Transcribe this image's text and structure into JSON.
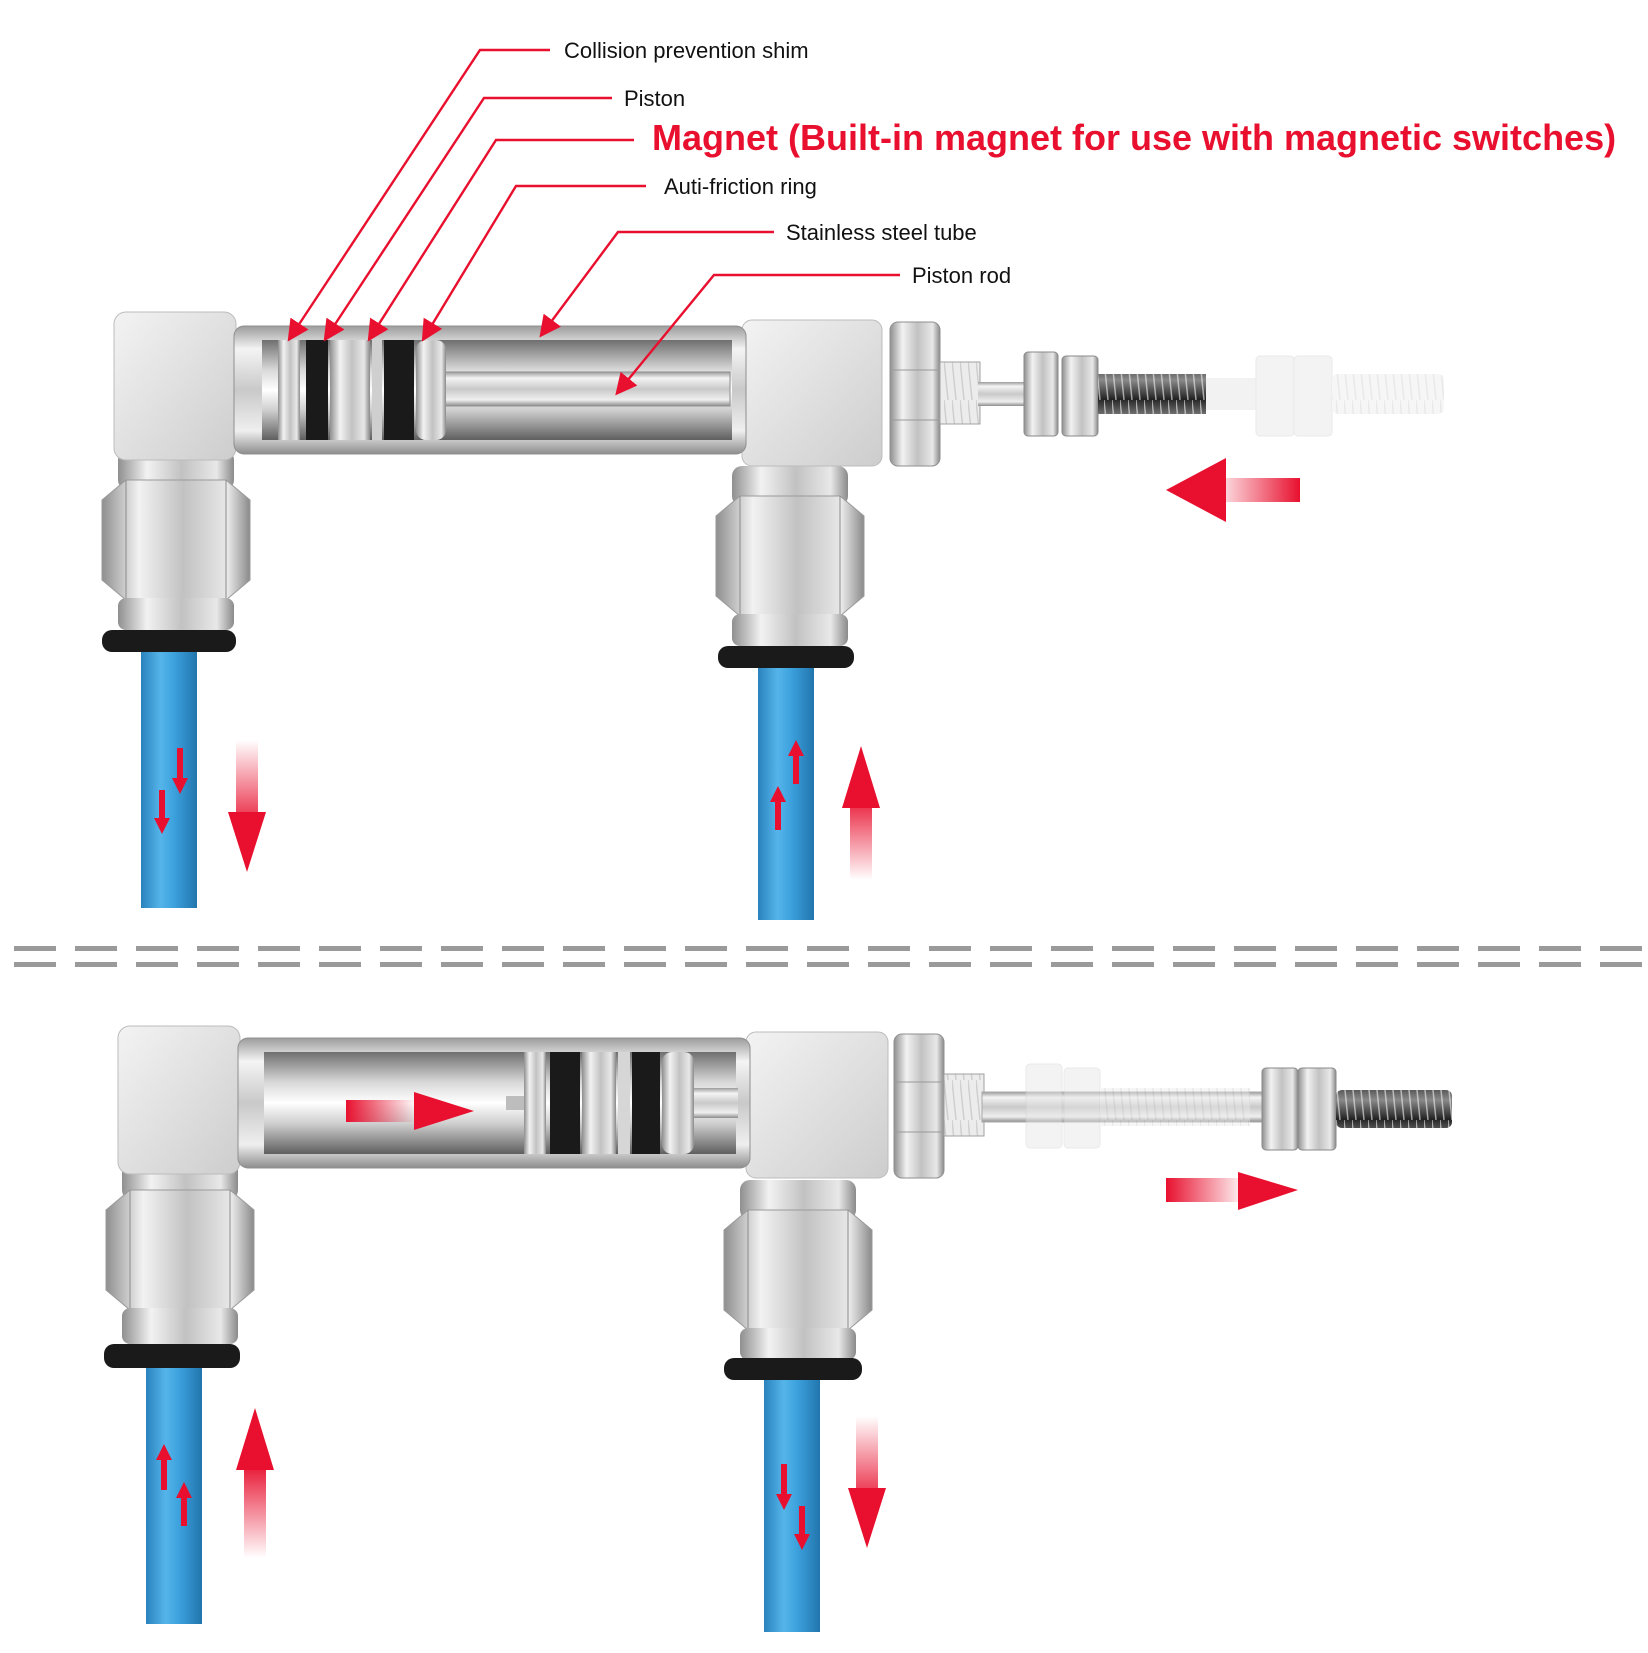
{
  "labels": {
    "collision_shim": "Collision prevention shim",
    "piston": "Piston",
    "magnet": "Magnet (Built-in magnet for use with magnetic switches)",
    "anti_friction_ring": "Auti-friction ring",
    "stainless_tube": "Stainless steel tube",
    "piston_rod": "Piston rod"
  },
  "colors": {
    "callout_red": "#e8102e",
    "tube_blue": "#3a9fd8",
    "metal_light": "#e6e6e6",
    "metal_mid": "#b3b3b3",
    "metal_dark": "#7a7a7a",
    "seal_black": "#1a1a1a",
    "separator_gray": "#9a9a9a"
  },
  "icons": {
    "flow_arrow": "red-arrow-icon"
  }
}
